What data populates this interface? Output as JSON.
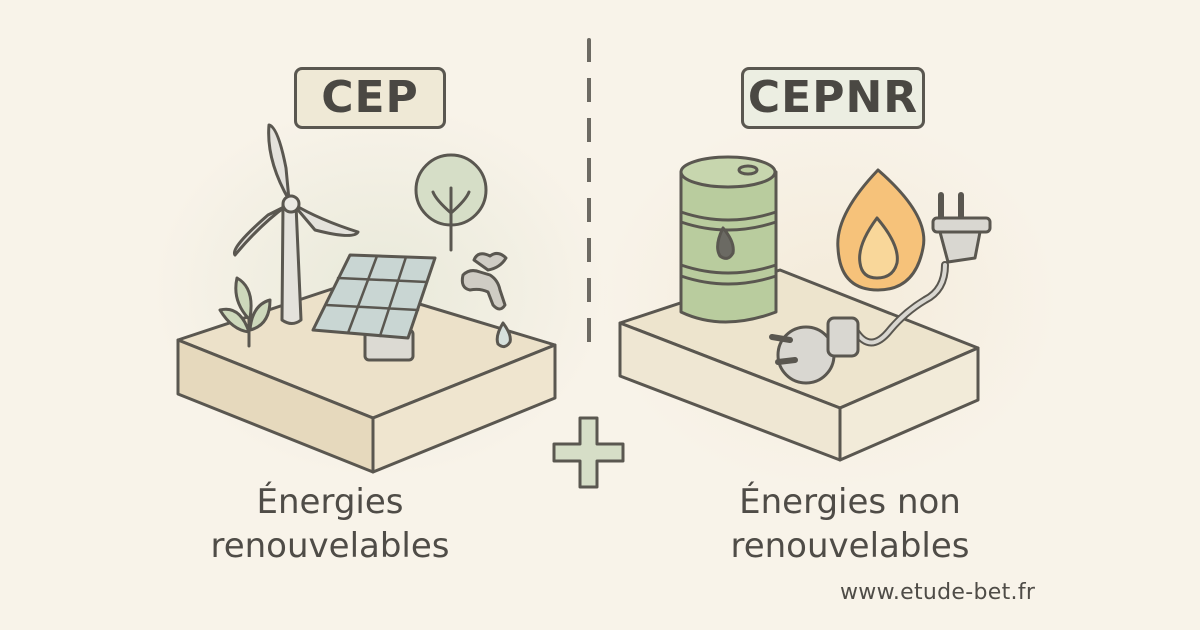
{
  "left_panel": {
    "tag": "CEP",
    "caption_line1": "Énergies",
    "caption_line2": "renouvelables",
    "icons": [
      "wind-turbine-icon",
      "solar-panel-icon",
      "tree-icon",
      "plant-sprout-icon",
      "water-tap-icon",
      "water-drop-icon"
    ]
  },
  "right_panel": {
    "tag": "CEPNR",
    "caption_line1": "Énergies non",
    "caption_line2": "renouvelables",
    "icons": [
      "oil-barrel-icon",
      "gas-flame-icon",
      "electric-plug-icon"
    ]
  },
  "center": {
    "operator_icon": "plus-icon"
  },
  "footer": {
    "website": "www.etude-bet.fr"
  },
  "colors": {
    "background": "#f8f3e9",
    "outline": "#5a5750",
    "platform": "#ece1c9",
    "green_fill": "#cfdcb8",
    "barrel_green": "#b9cc9e",
    "flame_orange": "#f6c27a",
    "solar_blue": "#c9d6d3",
    "grey_fill": "#d9d7d1"
  }
}
